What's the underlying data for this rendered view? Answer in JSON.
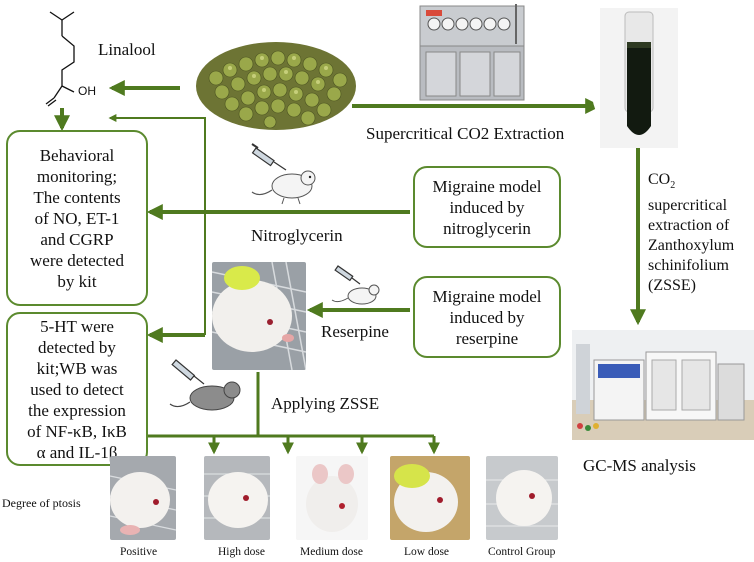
{
  "colors": {
    "arrow": "#4f7a1f",
    "box_border": "#5b8a2e"
  },
  "molecule": {
    "name": "Linalool",
    "hydroxyl": "OH"
  },
  "steps": {
    "extraction": "Supercritical CO2 Extraction",
    "zsse": [
      "CO",
      "2",
      "supercritical",
      "extraction of",
      "Zanthoxylum",
      "schinifolium",
      "(ZSSE)"
    ],
    "gcms": "GC-MS analysis",
    "nitroglycerin": "Nitroglycerin",
    "reserpine": "Reserpine",
    "applying": "Applying ZSSE",
    "ptosis": "Degree of ptosis"
  },
  "boxes": {
    "behavioral": "Behavioral\nmonitoring;\nThe contents\nof NO, ET-1\nand CGRP\nwere detected\nby kit",
    "wb": "5-HT were\ndetected by\nkit;WB was\nused to detect\nthe expression\nof NF-κB, IκB\nα and IL-1β",
    "model_ntg": "Migraine model\ninduced by\nnitroglycerin",
    "model_res": "Migraine model\ninduced by\nreserpine"
  },
  "groups": [
    "Positive",
    "High dose",
    "Medium dose",
    "Low  dose",
    "Control  Group"
  ],
  "icons": [
    "syringe-icon",
    "mouse-icon",
    "test-tube-icon",
    "extractor-machine-icon",
    "gcms-instrument-icon",
    "pepper-seeds-photo"
  ]
}
